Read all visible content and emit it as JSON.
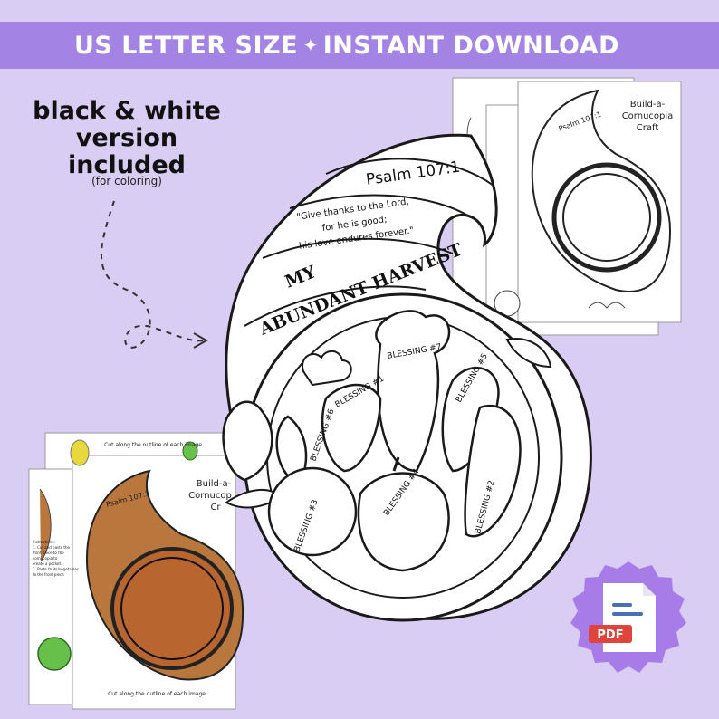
{
  "banner": {
    "left": "US LETTER SIZE",
    "sparkle": "✦",
    "right": "INSTANT DOWNLOAD"
  },
  "bw_note": {
    "title": "black & white version included",
    "subtitle": "(for coloring)"
  },
  "craft": {
    "verse_ref": "Psalm 107:1",
    "verse_lines": [
      "\"Give thanks to the Lord,",
      "for he is good;",
      "his love endures forever.\""
    ],
    "title_line1": "MY",
    "title_line2": "ABUNDANT HARVEST",
    "blessings": [
      "BLESSING #1",
      "BLESSING #2",
      "BLESSING #3",
      "BLESSING #4",
      "BLESSING #5",
      "BLESSING #6",
      "BLESSING #7"
    ]
  },
  "sheet_bw": {
    "title_line1": "Build-a-",
    "title_line2": "Cornucopia",
    "title_line3": "Craft",
    "verse_ref": "Psalm 107:1"
  },
  "sheet_color": {
    "title_line1": "Build-a-",
    "title_line2": "Cornucop",
    "title_line3": "Cr",
    "verse_ref": "Psalm 107:1",
    "cut_note": "Cut along the outline of each image.",
    "instructions": [
      "Instructions:",
      "1. Cut and paste the",
      "front piece to the",
      "cornucopia to",
      "create a pocket.",
      "2. Paste fruits/vegetables",
      "to the front piece"
    ]
  },
  "pdf_badge": {
    "label": "PDF"
  },
  "colors": {
    "background": "#d9cdf4",
    "banner": "#a384e4",
    "badge": "#a77be8",
    "cornucopia_brown": "#b9773e",
    "basket_brown": "#b8652f",
    "pdf_red": "#e0453b"
  }
}
